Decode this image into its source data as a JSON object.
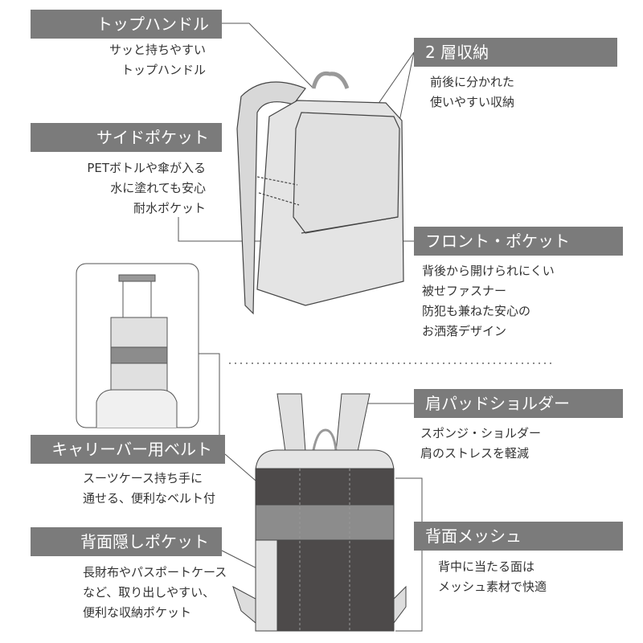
{
  "features": {
    "top_handle": {
      "title": "トップハンドル",
      "lines": [
        "サッと持ちやすい",
        "トップハンドル"
      ]
    },
    "two_layer": {
      "title": "2 層収納",
      "lines": [
        "前後に分かれた",
        "使いやすい収納"
      ]
    },
    "side_pocket": {
      "title": "サイドポケット",
      "lines": [
        "PETボトルや傘が入る",
        "水に塗れても安心",
        "耐水ポケット"
      ]
    },
    "front_pocket": {
      "title": "フロント・ポケット",
      "lines": [
        "背後から開けられにくい",
        "被せファスナー",
        "防犯も兼ねた安心の",
        "お洒落デザイン"
      ]
    },
    "shoulder_pad": {
      "title": "肩パッドショルダー",
      "lines": [
        "スポンジ・ショルダー",
        "肩のストレスを軽減"
      ]
    },
    "carry_bar_belt": {
      "title": "キャリーバー用ベルト",
      "lines": [
        "スーツケース持ち手に",
        "通せる、便利なベルト付"
      ]
    },
    "back_hidden_pocket": {
      "title": "背面隠しポケット",
      "lines": [
        "長財布やパスポートケース",
        "など、取り出しやすい、",
        "便利な収納ポケット"
      ]
    },
    "back_mesh": {
      "title": "背面メッシュ",
      "lines": [
        "背中に当たる面は",
        "メッシュ素材で快適"
      ]
    }
  },
  "colors": {
    "label_bg": "#7b7b7b",
    "text": "#333333",
    "mesh": "#4d4a4a",
    "belt": "#8c8c8c",
    "body": "#e4e4e4"
  }
}
